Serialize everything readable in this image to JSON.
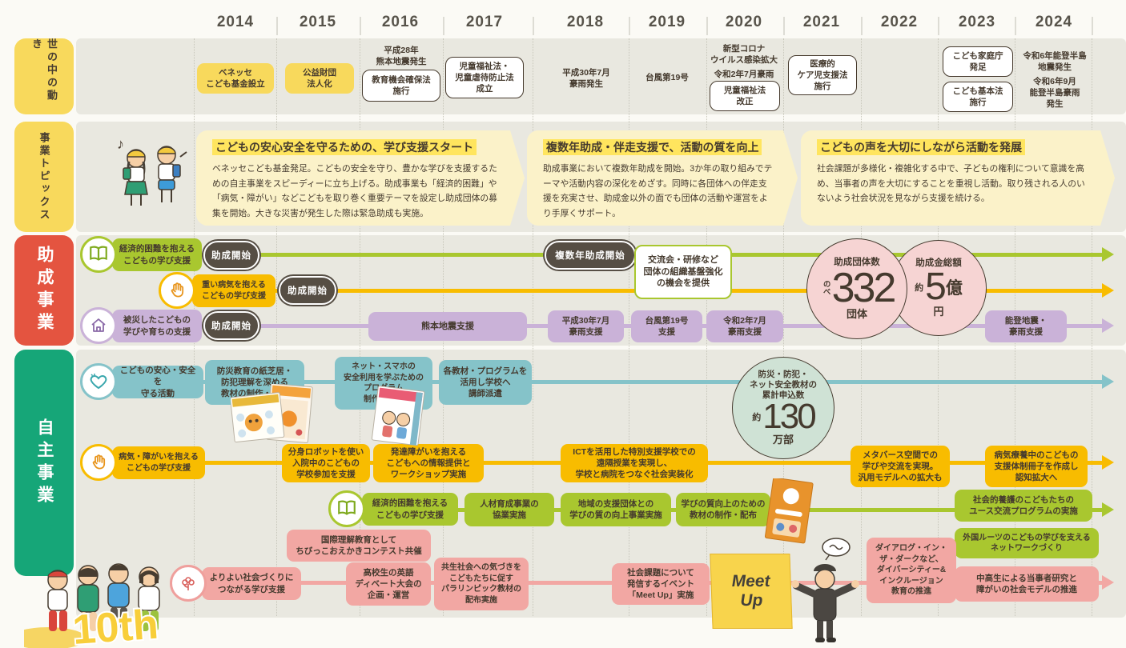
{
  "years": [
    "2014",
    "2015",
    "2016",
    "2017",
    "2018",
    "2019",
    "2020",
    "2021",
    "2022",
    "2023",
    "2024"
  ],
  "row_labels": {
    "world": "世の中の動き",
    "topics": "事業トピックス",
    "grants": "助成事業",
    "independent": "自主事業"
  },
  "world_events": [
    {
      "text": "ベネッセ\nこども基金設立"
    },
    {
      "text": "公益財団\n法人化"
    },
    {
      "text": "平成28年\n熊本地震発生"
    },
    {
      "text": "教育機会確保法\n施行"
    },
    {
      "text": "児童福祉法・\n児童虐待防止法\n成立"
    },
    {
      "text": "平成30年7月\n豪雨発生"
    },
    {
      "text": "台風第19号"
    },
    {
      "text": "新型コロナ\nウイルス感染拡大"
    },
    {
      "text": "令和2年7月豪雨"
    },
    {
      "text": "児童福祉法\n改正"
    },
    {
      "text": "医療的\nケア児支援法\n施行"
    },
    {
      "text": "こども家庭庁\n発足"
    },
    {
      "text": "こども基本法\n施行"
    },
    {
      "text": "令和6年能登半島\n地震発生"
    },
    {
      "text": "令和6年9月\n能登半島豪雨\n発生"
    }
  ],
  "topics": [
    {
      "title": "こどもの安心安全を守るための、学び支援スタート",
      "body": "ベネッセこども基金発足。こどもの安全を守り、豊かな学びを支援するための自主事業をスピーディーに立ち上げる。助成事業も「経済的困難」や「病気・障がい」などこどもを取り巻く重要テーマを設定し助成団体の募集を開始。大きな災害が発生した際は緊急助成も実施。"
    },
    {
      "title": "複数年助成・伴走支援で、活動の質を向上",
      "body": "助成事業において複数年助成を開始。3か年の取り組みでテーマや活動内容の深化をめざす。同時に各団体への伴走支援を充実させ、助成金以外の面でも団体の活動や運営をより手厚くサポート。"
    },
    {
      "title": "こどもの声を大切にしながら活動を発展",
      "body": "社会課題が多様化・複雑化する中で、子どもの権利について意識を高め、当事者の声を大切にすることを重視し活動。取り残される人のいないよう社会状況を見ながら支援を続ける。"
    }
  ],
  "grants": {
    "tracks": [
      {
        "name": "経済的困難を抱える\nこどもの学び支援",
        "icon": "book-icon",
        "color": "#a9c72f"
      },
      {
        "name": "重い病気を抱える\nこどもの学び支援",
        "icon": "hand-icon",
        "color": "#f8bc00"
      },
      {
        "name": "被災したこどもの\n学びや育ちの支援",
        "icon": "house-icon",
        "color": "#cab2d8"
      }
    ],
    "pills": {
      "start_economic": "助成開始",
      "start_illness": "助成開始",
      "start_disaster": "助成開始",
      "multi_year": "複数年助成開始"
    },
    "purple_milestones": [
      "熊本地震支援",
      "平成30年7月\n豪雨支援",
      "台風第19号\n支援",
      "令和2年7月\n豪雨支援",
      "能登地震・\n豪雨支援"
    ],
    "org_support_note": "交流会・研修など\n団体の組織基盤強化\nの機会を提供",
    "stats": [
      {
        "title": "助成団体数",
        "prefix": "のべ",
        "value": "332",
        "unit": "団体"
      },
      {
        "title": "助成金総額",
        "prefix": "約",
        "value": "5",
        "unit_inline": "億",
        "unit": "円"
      }
    ]
  },
  "independent": {
    "tracks": [
      {
        "name": "こどもの安心・安全を\n守る活動",
        "icon": "heart-icon",
        "color": "#85c3c9",
        "milestones": [
          "防災教育の紙芝居・\n防犯理解を深める\n教材の制作・配布",
          "ネット・スマホの\n安全利用を学ぶための\nプログラム\n制作・配布",
          "各教材・プログラムを\n活用し学校へ\n講師派遣"
        ]
      },
      {
        "name": "病気・障がいを抱える\nこどもの学び支援",
        "icon": "hand-icon",
        "color": "#f8bc00",
        "milestones": [
          "分身ロボットを使い\n入院中のこどもの\n学校参加を支援",
          "発達障がいを抱える\nこどもへの情報提供と\nワークショップ実施",
          "ICTを活用した特別支援学校での\n遠隔授業を実現し、\n学校と病院をつなぐ社会実装化",
          "メタバース空間での\n学びや交流を実現。\n汎用モデルへの拡大も",
          "病気療養中のこどもの\n支援体制冊子を作成し\n認知拡大へ"
        ]
      },
      {
        "name": "経済的困難を抱える\nこどもの学び支援",
        "icon": "book-icon",
        "color": "#a9c72f",
        "milestones": [
          "人材育成事業の\n協業実施",
          "地域の支援団体との\n学びの質の向上事業実施",
          "学びの質向上のための\n教材の制作・配布",
          "社会的養護のこどもたちの\nユース交流プログラムの実施",
          "外国ルーツのこどもの学びを支える\nネットワークづくり"
        ]
      },
      {
        "name": "よりよい社会づくりに\nつながる学び支援",
        "icon": "flower-icon",
        "color": "#f2a7a3",
        "milestones": [
          "国際理解教育として\nちびっこおえかきコンテスト共催",
          "高校生の英語\nディベート大会の\n企画・運営",
          "共生社会への気づきを\nこどもたちに促す\nパラリンピック教材の\n配布実施",
          "社会課題について\n発信するイベント\n「Meet Up」実施",
          "ダイアログ・イン・\nザ・ダークなど、\nダイバーシティー&\nインクルージョン\n教育の推進",
          "中高生による当事者研究と\n障がいの社会モデルの推進"
        ]
      }
    ],
    "stat": {
      "title": "防災・防犯・\nネット安全教材の\n累計申込数",
      "prefix": "約",
      "value": "130",
      "unit": "万部"
    }
  },
  "misc": {
    "meetup_sign": "Meet\nUp",
    "anniversary": "10th"
  },
  "colors": {
    "band_bg": "#e9e8e0",
    "label_yellow": "#f8d95c",
    "label_red": "#e45440",
    "label_green": "#16a678",
    "track_green": "#a9c72f",
    "track_yellow": "#f8bc00",
    "track_purple": "#cab2d8",
    "track_teal": "#85c3c9",
    "track_pink": "#f2a7a3",
    "pill_dark": "#564e44",
    "stat_pink": "#f6d4d3",
    "stat_green": "#cfe2d5",
    "topic_bg": "#fbf2c9",
    "topic_highlight": "#ffe55e"
  }
}
